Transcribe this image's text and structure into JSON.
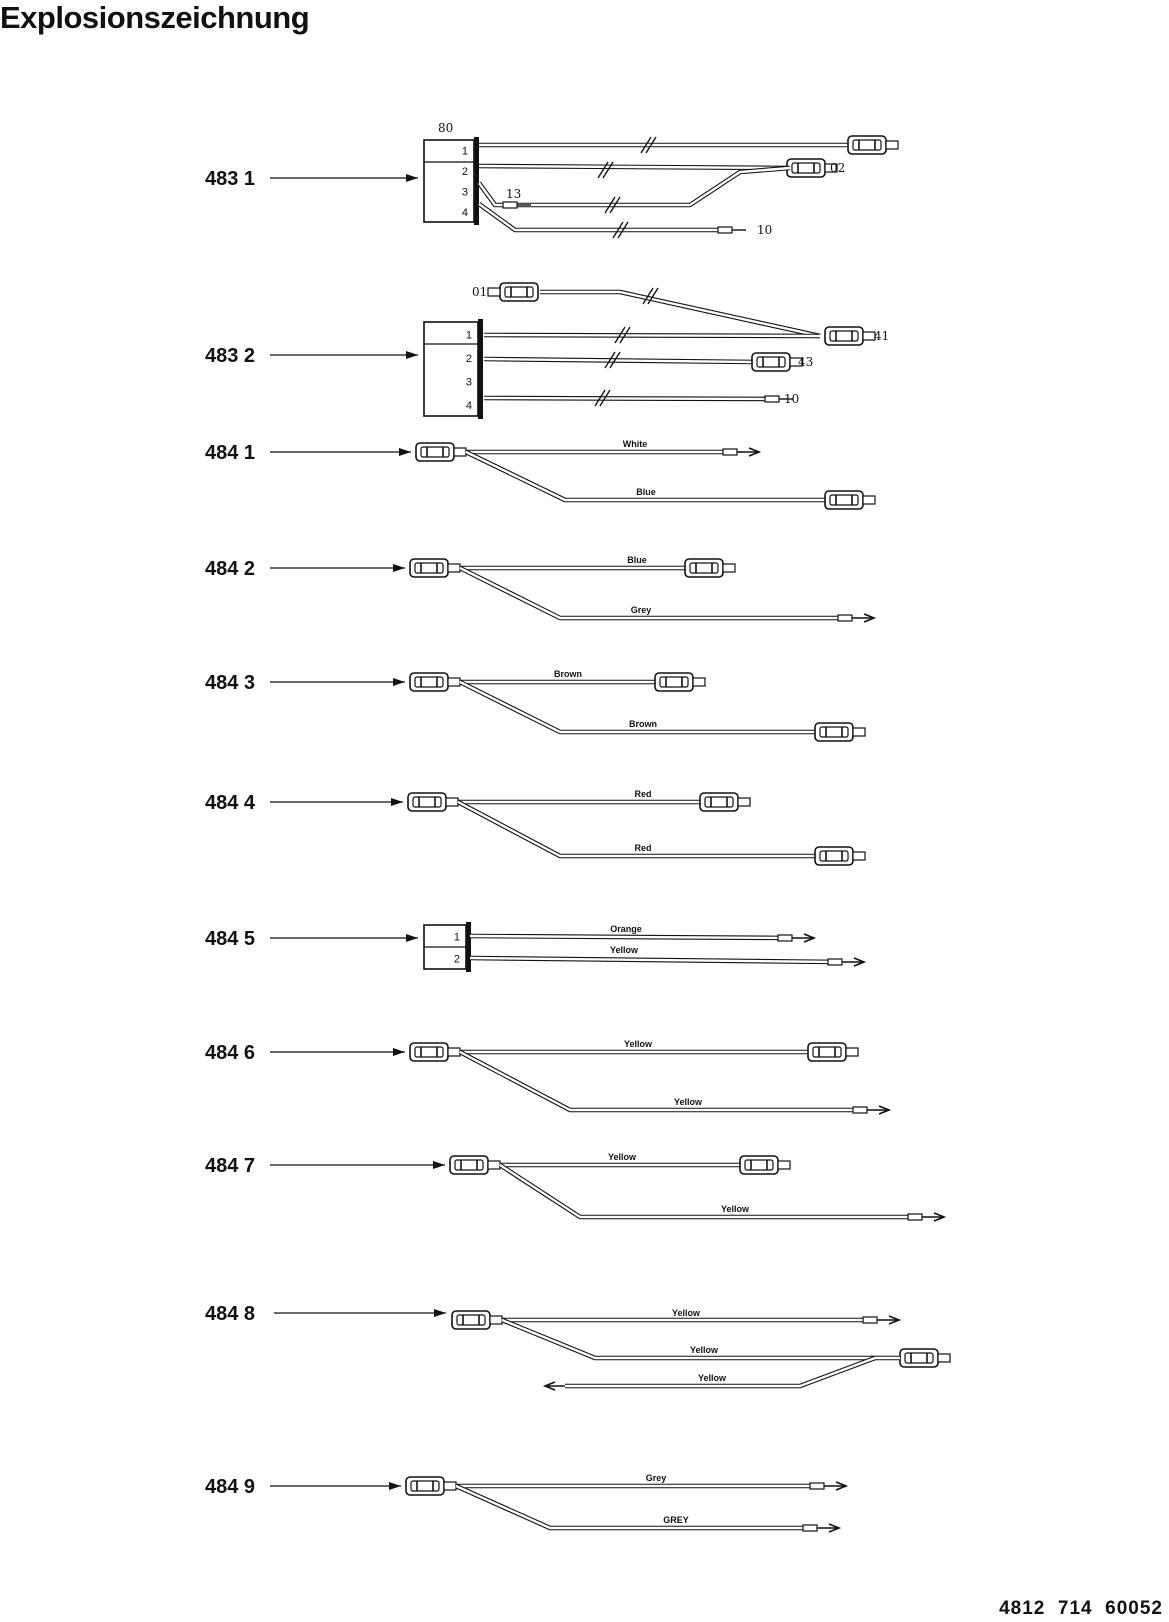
{
  "title": "Explosionszeichnung",
  "doc_number": "4812  714  60052",
  "parts": [
    {
      "label": "483  1",
      "connector_type": "block",
      "pins": [
        "1",
        "2",
        "3",
        "4"
      ],
      "block_label": "80",
      "wire_labels": [],
      "terminal_labels": [
        "02",
        "13",
        "10"
      ]
    },
    {
      "label": "483  2",
      "connector_type": "block",
      "pins": [
        "1",
        "2",
        "3",
        "4"
      ],
      "block_label": "",
      "wire_labels": [],
      "terminal_labels": [
        "01",
        "41",
        "43",
        "10"
      ]
    },
    {
      "label": "484  1",
      "connector_type": "spade",
      "wire_labels": [
        "White",
        "Blue"
      ]
    },
    {
      "label": "484  2",
      "connector_type": "spade",
      "wire_labels": [
        "Blue",
        "Grey"
      ]
    },
    {
      "label": "484  3",
      "connector_type": "spade",
      "wire_labels": [
        "Brown",
        "Brown"
      ]
    },
    {
      "label": "484  4",
      "connector_type": "spade",
      "wire_labels": [
        "Red",
        "Red"
      ]
    },
    {
      "label": "484  5",
      "connector_type": "block",
      "pins": [
        "1",
        "2"
      ],
      "wire_labels": [
        "Orange",
        "Yellow"
      ]
    },
    {
      "label": "484  6",
      "connector_type": "spade",
      "wire_labels": [
        "Yellow",
        "Yellow"
      ]
    },
    {
      "label": "484  7",
      "connector_type": "spade",
      "wire_labels": [
        "Yellow",
        "Yellow"
      ]
    },
    {
      "label": "484  8",
      "connector_type": "spade",
      "wire_labels": [
        "Yellow",
        "Yellow",
        "Yellow"
      ]
    },
    {
      "label": "484  9",
      "connector_type": "spade",
      "wire_labels": [
        "Grey",
        "GREY"
      ]
    }
  ]
}
